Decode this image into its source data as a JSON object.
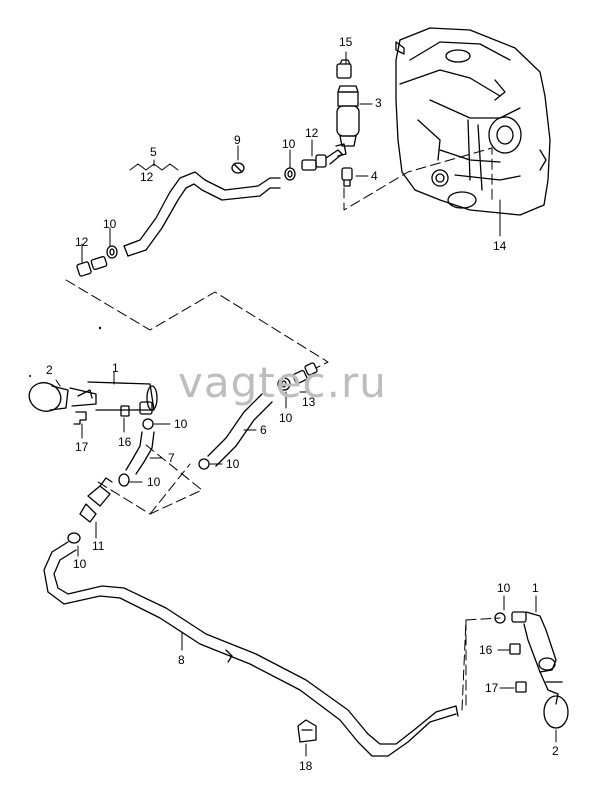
{
  "watermark": "vagtec.ru",
  "callouts": {
    "c15": "15",
    "c3": "3",
    "c4": "4",
    "c14": "14",
    "c9": "9",
    "c10a": "10",
    "c12a": "12",
    "c5": "5",
    "c12b": "12",
    "c10b": "10",
    "c12c": "12",
    "c2a": "2",
    "c1a": "1",
    "c10c": "10",
    "c16a": "16",
    "c17a": "17",
    "c13": "13",
    "c10d": "10",
    "c6": "6",
    "c7": "7",
    "c10e": "10",
    "c10f": "10",
    "c11": "11",
    "c10g": "10",
    "c8": "8",
    "c10h": "10",
    "c1b": "1",
    "c16b": "16",
    "c17b": "17",
    "c2b": "2",
    "c18": "18"
  }
}
